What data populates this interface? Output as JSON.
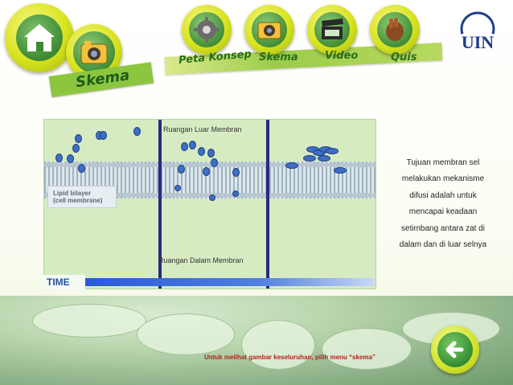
{
  "nav": {
    "home_label": "",
    "current_section": "Skema",
    "items": [
      {
        "label": "Peta Konsep",
        "icon": "gear-icon"
      },
      {
        "label": "Skema",
        "icon": "camera-icon"
      },
      {
        "label": "Video",
        "icon": "video-clapper-icon"
      },
      {
        "label": "Quis",
        "icon": "hand-icon"
      }
    ]
  },
  "diagram": {
    "outer_label": "Ruangan Luar Membran",
    "inner_label": "Ruangan Dalam Membran",
    "membrane_label_line1": "Lipid bilayer",
    "membrane_label_line2": "(cell membrane)",
    "time_label": "TIME"
  },
  "description": {
    "lines": [
      "Tujuan  membran sel",
      "melakukan mekanisme",
      "difusi adalah untuk",
      "mencapai keadaan",
      "setimbang antara zat  di",
      "dalam dan di luar selnya"
    ]
  },
  "footer_note": "Untuk melihat gambar keseluruhan, pilih menu “skema”",
  "colors": {
    "accent_green": "#8cc63f",
    "molecule_blue": "#3d6fc4",
    "divider_navy": "#2a2a7a",
    "note_red": "#b81e1e"
  }
}
